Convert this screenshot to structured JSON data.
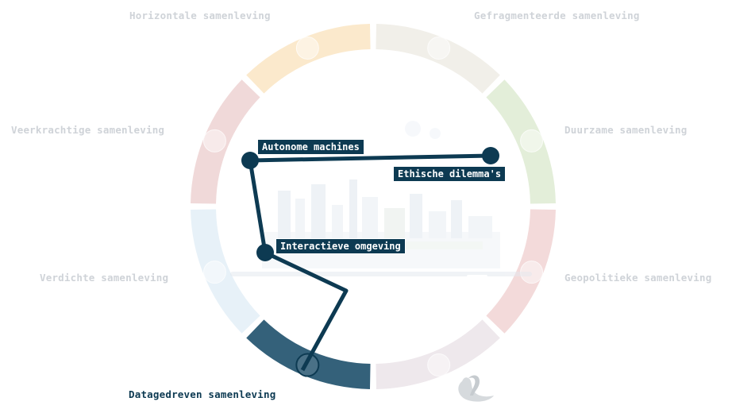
{
  "segments": [
    {
      "key": "gefragmenteerde",
      "label": "Gefragmenteerde samenleving",
      "color": "#f1efe9",
      "active": false
    },
    {
      "key": "duurzame",
      "label": "Duurzame samenleving",
      "color": "#e3eed9",
      "active": false
    },
    {
      "key": "geopolitieke",
      "label": "Geopolitieke samenleving",
      "color": "#f3dada",
      "active": false
    },
    {
      "key": "bottom-right",
      "label": "",
      "color": "#eee8ec",
      "active": false
    },
    {
      "key": "datagedreven",
      "label": "Datagedreven samenleving",
      "color": "#34617a",
      "active": true
    },
    {
      "key": "verdichte",
      "label": "Verdichte samenleving",
      "color": "#e7f1f8",
      "active": false
    },
    {
      "key": "veerkrachtige",
      "label": "Veerkrachtige samenleving",
      "color": "#f0d9d9",
      "active": false
    },
    {
      "key": "horizontale",
      "label": "Horizontale samenleving",
      "color": "#fbe9cc",
      "active": false
    }
  ],
  "colors": {
    "inactive_label": "#cfd3d8",
    "active_label": "#0d3a52",
    "route": "#0d3a52"
  },
  "route_nodes": [
    {
      "key": "ethische",
      "label": "Ethische dilemma's"
    },
    {
      "key": "autonome",
      "label": "Autonome machines"
    },
    {
      "key": "interactieve",
      "label": "Interactieve omgeving"
    }
  ],
  "icons": {
    "center": "city-skyline-illustration",
    "bottom": "swan-logo-icon"
  }
}
